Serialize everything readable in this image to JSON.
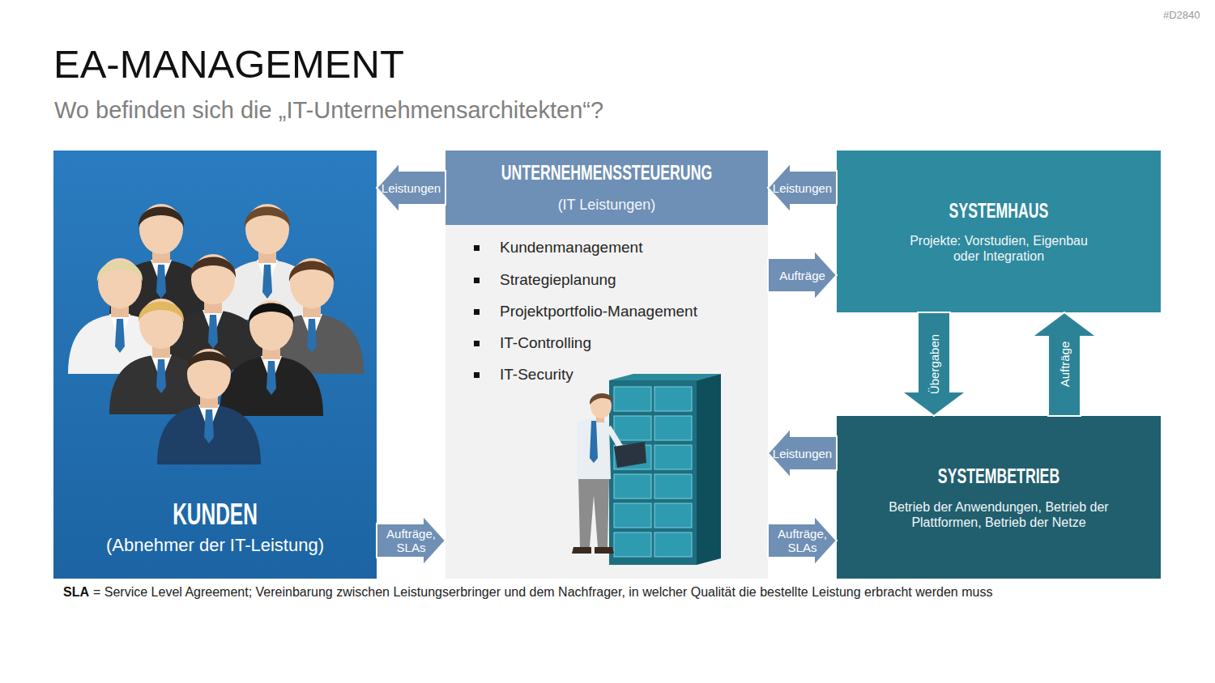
{
  "diagram": {
    "title": "EA-MANAGEMENT",
    "nodes": [
      {
        "text": [
          "KUNDEN",
          "(Abnehmer der IT-Leistung)"
        ]
      },
      {
        "text": [
          "UNTERNEHMENSSTEUERUNG",
          "(IT Leistungen)",
          "Kundenmanagement",
          "Strategieplanung",
          "Projektportfolio-Management",
          "IT-Controlling",
          "IT-Security"
        ]
      },
      {
        "text": [
          "SYSTEMHAUS",
          "Projekte: Vorstudien, Eigenbau oder Integration"
        ]
      },
      {
        "text": [
          "SYSTEMBETRIEB",
          "Betrieb der Anwendungen, Betrieb der Plattformen, Betrieb der Netze"
        ]
      }
    ],
    "edges": [
      {
        "from": 1,
        "to": 0,
        "label": "Leistungen",
        "arrow": "to"
      },
      {
        "from": 0,
        "to": 1,
        "label": "Aufträge, SLAs",
        "arrow": "to"
      },
      {
        "from": 2,
        "to": 1,
        "label": "Leistungen",
        "arrow": "to"
      },
      {
        "from": 1,
        "to": 2,
        "label": "Aufträge",
        "arrow": "to"
      },
      {
        "from": 3,
        "to": 1,
        "label": "Leistungen",
        "arrow": "to"
      },
      {
        "from": 1,
        "to": 3,
        "label": "Aufträge, SLAs",
        "arrow": "to"
      },
      {
        "from": 2,
        "to": 3,
        "label": "Übergaben",
        "arrow": "to"
      },
      {
        "from": 3,
        "to": 2,
        "label": "Aufträge",
        "arrow": "to"
      }
    ],
    "labels": [
      "Wo befinden sich die „IT-Unternehmensarchitekten“?",
      "SLA",
      "= Service Level Agreement; Vereinbarung zwischen Leistungserbringer und dem Nachfrager, in welcher Qualität die bestellte Leistung erbracht werden muss",
      "#D2840"
    ]
  }
}
